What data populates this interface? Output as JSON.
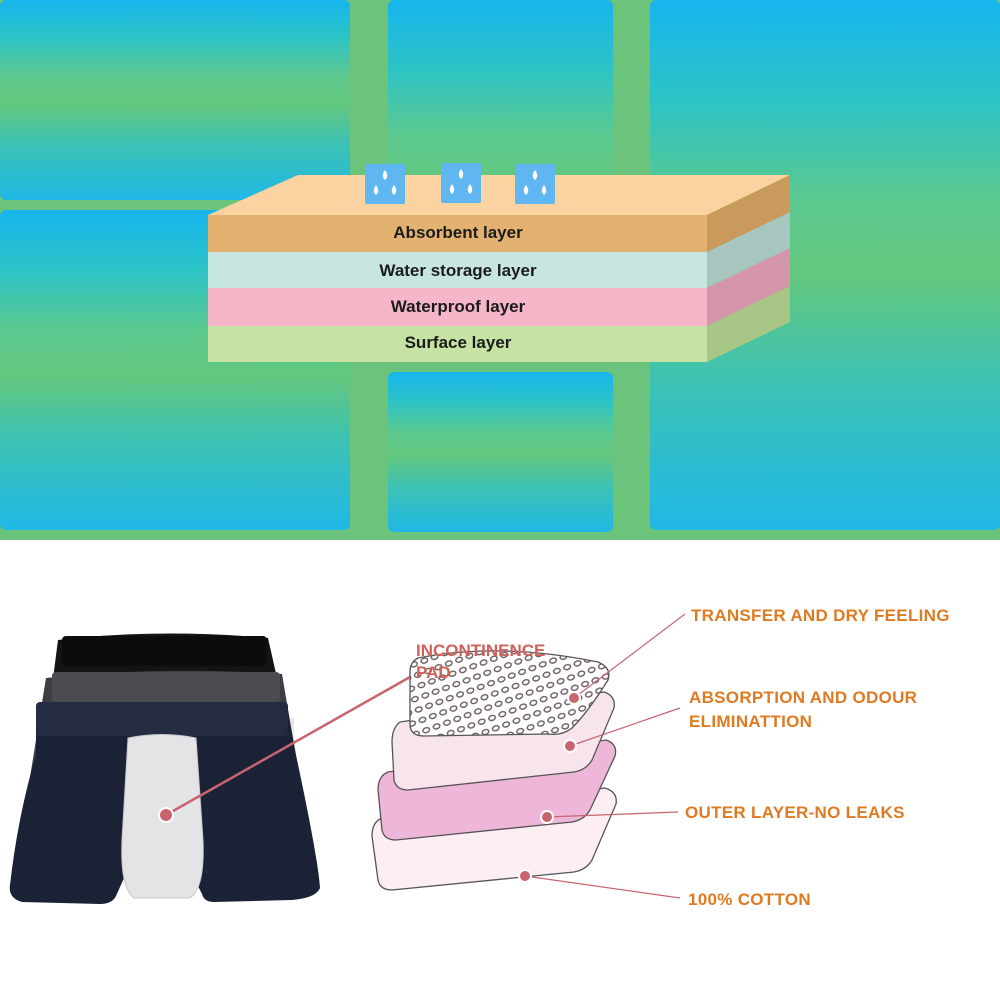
{
  "layers_diagram": {
    "layers": [
      {
        "label": "Absorbent layer",
        "front_color": "#e3b271",
        "side_color": "#c99a5c"
      },
      {
        "label": "Water storage layer",
        "front_color": "#c7e6e0",
        "side_color": "#a7c6bf"
      },
      {
        "label": "Waterproof layer",
        "front_color": "#f5b6c8",
        "side_color": "#d696aa"
      },
      {
        "label": "Surface layer",
        "front_color": "#c6e3a4",
        "side_color": "#a8c686"
      }
    ],
    "top_color": "#fbd3a0",
    "droplet_icons": [
      "water-drops-icon",
      "water-drops-icon",
      "water-drops-icon"
    ]
  },
  "underwear_diagram": {
    "pad_label": [
      "INCONTINENCE",
      "PAD"
    ],
    "callouts": [
      {
        "lines": [
          "TRANSFER AND DRY FEELING"
        ]
      },
      {
        "lines": [
          "ABSORPTION AND ODOUR",
          "ELIMINATTION"
        ]
      },
      {
        "lines": [
          "OUTER LAYER-NO LEAKS"
        ]
      },
      {
        "lines": [
          "100% COTTON"
        ]
      }
    ],
    "callout_color": "#e07a20",
    "pointer_color": "#c8646e"
  }
}
